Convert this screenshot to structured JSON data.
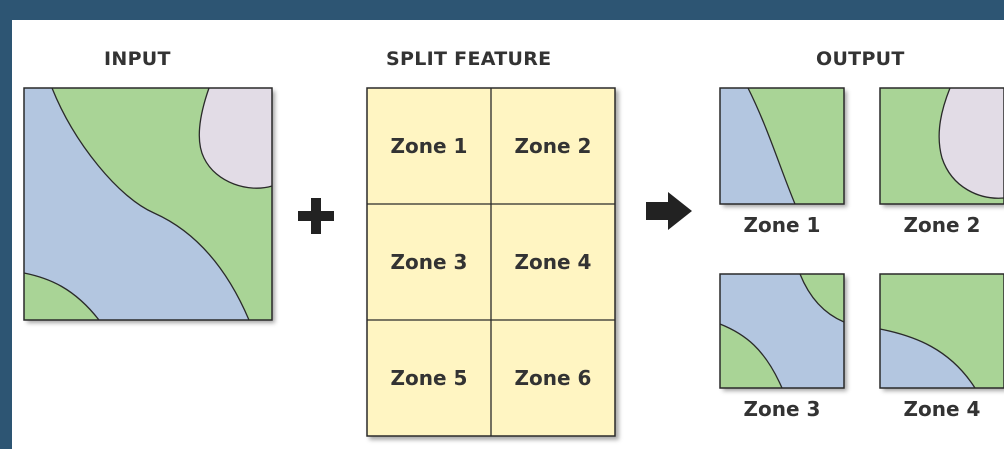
{
  "input": {
    "title": "INPUT"
  },
  "split": {
    "title": "SPLIT FEATURE",
    "zones": [
      "Zone 1",
      "Zone 2",
      "Zone 3",
      "Zone 4",
      "Zone 5",
      "Zone 6"
    ]
  },
  "output": {
    "title": "OUTPUT",
    "zones": [
      "Zone 1",
      "Zone 2",
      "Zone 3",
      "Zone 4"
    ]
  },
  "colors": {
    "frame": "#2d5573",
    "background": "#ffffff",
    "water": "#b3c6e0",
    "land": "#a9d496",
    "lake": "#e2dce6",
    "zone_fill": "#fff5c2",
    "outline": "#2a2a2a",
    "symbol": "#222222"
  },
  "symbols": {
    "plus": "plus-sign",
    "arrow": "arrow-right"
  }
}
